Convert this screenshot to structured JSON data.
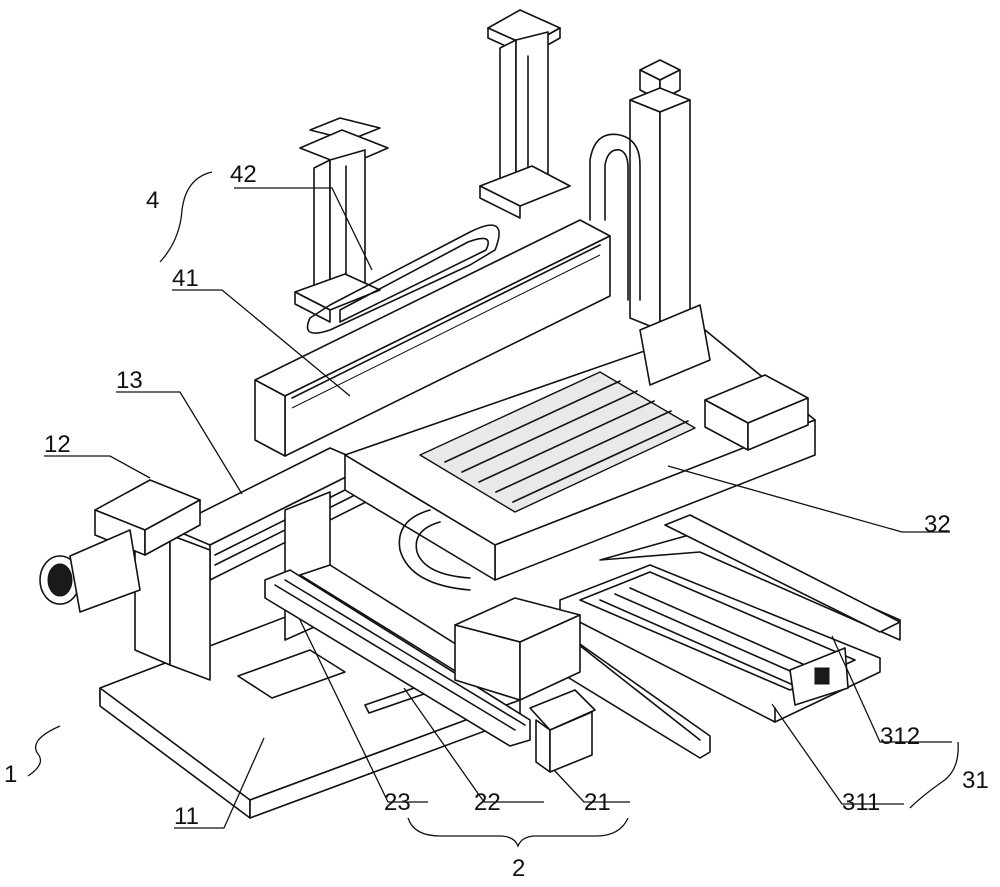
{
  "labels": {
    "l1": "1",
    "l11": "11",
    "l12": "12",
    "l13": "13",
    "l2": "2",
    "l21": "21",
    "l22": "22",
    "l23": "23",
    "l31": "31",
    "l311": "311",
    "l312": "312",
    "l32": "32",
    "l4": "4",
    "l41": "41",
    "l42": "42"
  }
}
